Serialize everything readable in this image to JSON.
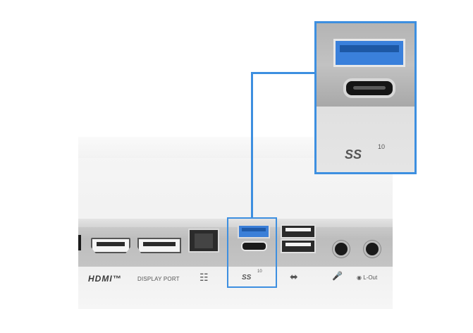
{
  "labels": {
    "hdmi": "HDMI™",
    "display_port": "DISPLAY PORT",
    "ss_label": "SS",
    "ss_speed": "10",
    "lout": "L-Out"
  },
  "zoom": {
    "ss_label": "SS",
    "ss_speed": "10"
  },
  "icons": {
    "network": "network-icon",
    "usb": "usb-icon",
    "mic": "microphone-icon",
    "headphone": "headphone-icon"
  },
  "colors": {
    "highlight": "#3d8fe0",
    "usb_blue": "#3b7fd8"
  }
}
